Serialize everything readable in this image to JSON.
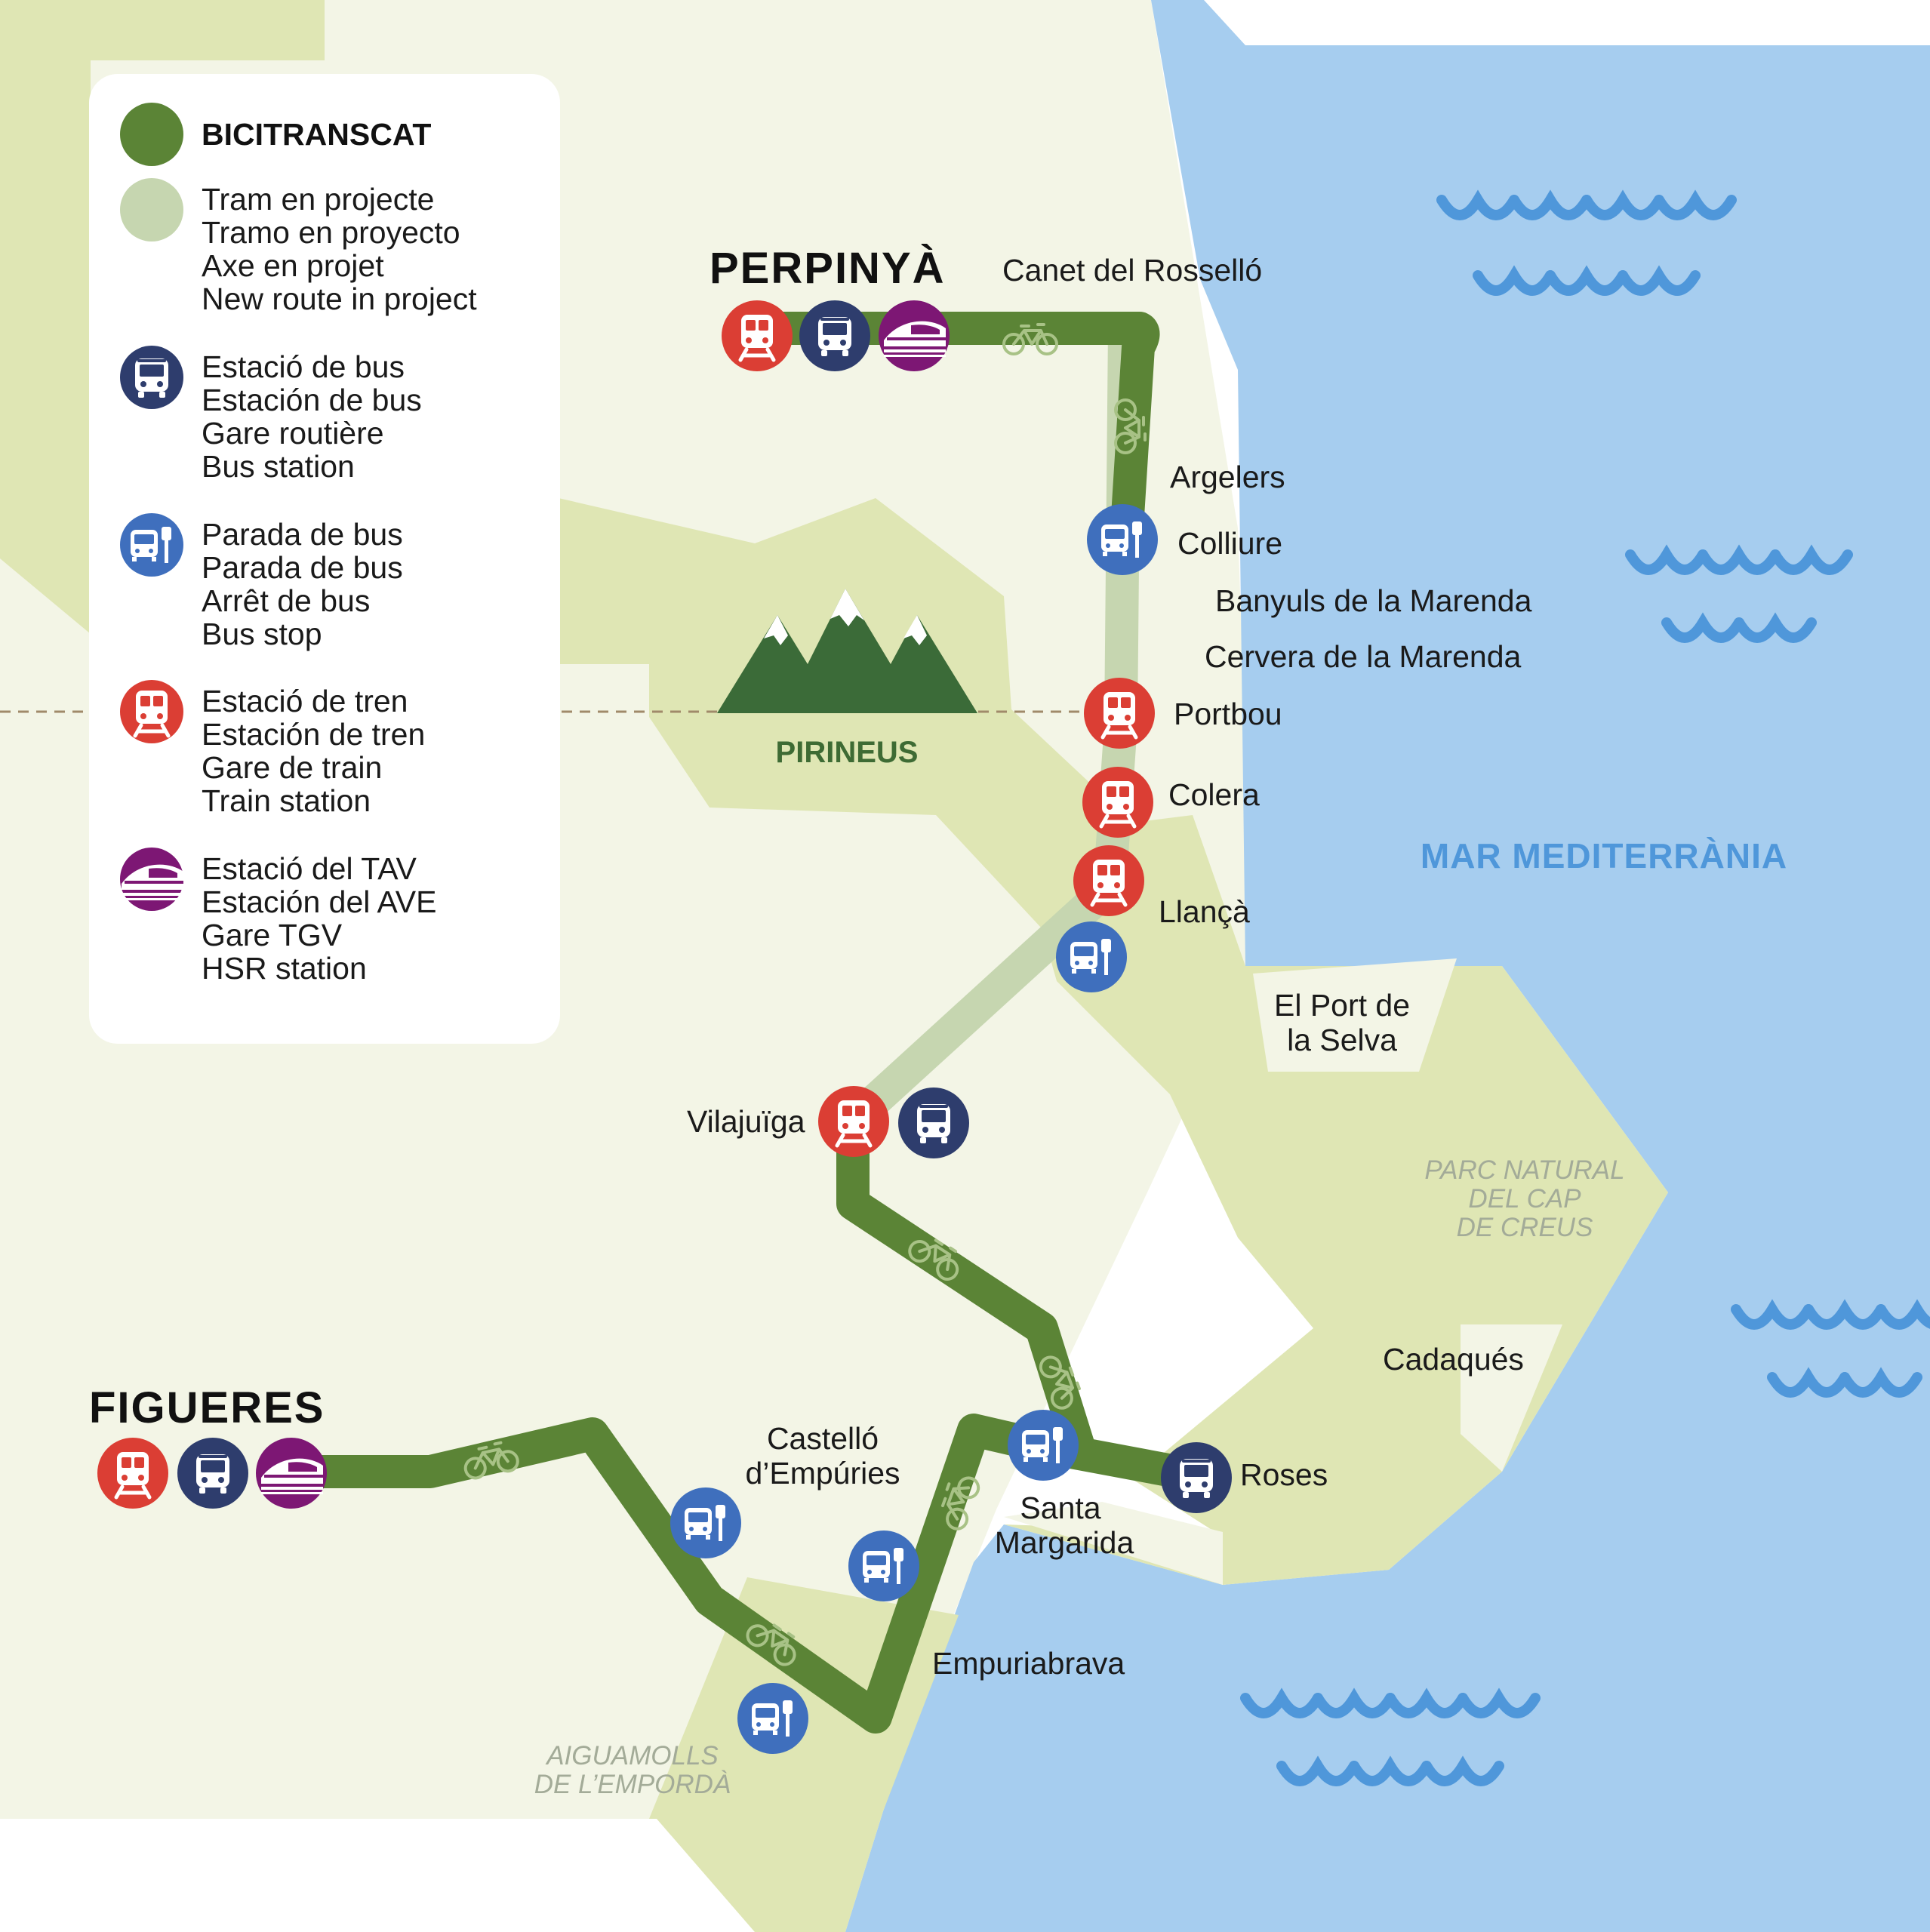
{
  "colors": {
    "sea": "#a6cdef",
    "land_light": "#f3f5e6",
    "land_green": "#dfe6b4",
    "land_white": "#ffffff",
    "route": "#5b8436",
    "route_project": "#c6d6b0",
    "bus_station": "#2e3d6d",
    "bus_stop": "#3f6fbd",
    "train_station": "#db3e34",
    "hsr_station": "#7d1774",
    "wave": "#4f97da",
    "mountain": "#3b6b38"
  },
  "legend": {
    "route_title": "BICITRANSCAT",
    "project_lines": [
      "Tram en projecte",
      "Tramo en proyecto",
      "Axe en projet",
      "New route in project"
    ],
    "bus_station_lines": [
      "Estació de bus",
      "Estación de bus",
      "Gare routière",
      "Bus station"
    ],
    "bus_stop_lines": [
      "Parada de bus",
      "Parada de bus",
      "Arrêt de bus",
      "Bus stop"
    ],
    "train_station_lines": [
      "Estació de tren",
      "Estación de tren",
      "Gare de train",
      "Train station"
    ],
    "hsr_station_lines": [
      "Estació del TAV",
      "Estación del AVE",
      "Gare TGV",
      "HSR station"
    ]
  },
  "cities": {
    "perpignan": "PERPINYÀ",
    "figueres": "FIGUERES"
  },
  "places": {
    "canet": "Canet del Rosselló",
    "argelers": "Argelers",
    "colliure": "Colliure",
    "banyuls": "Banyuls de la Marenda",
    "cervera": "Cervera de la Marenda",
    "portbou": "Portbou",
    "colera": "Colera",
    "llanca": "Llançà",
    "port_selva": [
      "El Port de",
      "la Selva"
    ],
    "vilajuiga": "Vilajuïga",
    "castello": [
      "Castelló",
      "d’Empúries"
    ],
    "santa_margarida": [
      "Santa",
      "Margarida"
    ],
    "roses": "Roses",
    "cadaques": "Cadaqués",
    "empuriabrava": "Empuriabrava"
  },
  "regions": {
    "pirineus": "PIRINEUS",
    "sea": "MAR MEDITERRÀNIA",
    "cap_creus": [
      "PARC NATURAL",
      "DEL CAP",
      "DE CREUS"
    ],
    "aiguamolls": [
      "AIGUAMOLLS",
      "DE L’EMPORDÀ"
    ]
  },
  "icons": {
    "bus_station": "bus-station-icon",
    "bus_stop": "bus-stop-icon",
    "train_station": "train-station-icon",
    "hsr_station": "hsr-station-icon",
    "bicycle": "bicycle-icon",
    "mountain": "mountain-icon",
    "waves": "waves-icon"
  }
}
